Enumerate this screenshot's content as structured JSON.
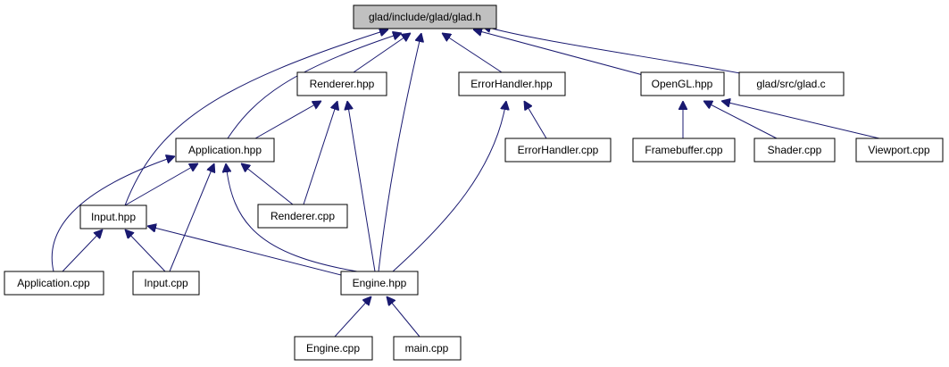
{
  "diagram": {
    "type": "include-dependency-graph",
    "colors": {
      "edge": "#191970",
      "root_fill": "#c0c0c0",
      "node_fill": "#ffffff",
      "border": "#000000"
    },
    "nodes": {
      "glad_h": "glad/include/glad/glad.h",
      "renderer_hpp": "Renderer.hpp",
      "errorhandler_hpp": "ErrorHandler.hpp",
      "opengl_hpp": "OpenGL.hpp",
      "glad_c": "glad/src/glad.c",
      "application_hpp": "Application.hpp",
      "errorhandler_cpp": "ErrorHandler.cpp",
      "framebuffer_cpp": "Framebuffer.cpp",
      "shader_cpp": "Shader.cpp",
      "viewport_cpp": "Viewport.cpp",
      "input_hpp": "Input.hpp",
      "renderer_cpp": "Renderer.cpp",
      "application_cpp": "Application.cpp",
      "input_cpp": "Input.cpp",
      "engine_hpp": "Engine.hpp",
      "engine_cpp": "Engine.cpp",
      "main_cpp": "main.cpp"
    },
    "edges": [
      [
        "renderer_hpp",
        "glad_h"
      ],
      [
        "errorhandler_hpp",
        "glad_h"
      ],
      [
        "opengl_hpp",
        "glad_h"
      ],
      [
        "glad_c",
        "glad_h"
      ],
      [
        "application_hpp",
        "glad_h"
      ],
      [
        "input_hpp",
        "glad_h"
      ],
      [
        "engine_hpp",
        "glad_h"
      ],
      [
        "application_hpp",
        "renderer_hpp"
      ],
      [
        "renderer_cpp",
        "renderer_hpp"
      ],
      [
        "engine_hpp",
        "renderer_hpp"
      ],
      [
        "errorhandler_cpp",
        "errorhandler_hpp"
      ],
      [
        "engine_hpp",
        "errorhandler_hpp"
      ],
      [
        "framebuffer_cpp",
        "opengl_hpp"
      ],
      [
        "shader_cpp",
        "opengl_hpp"
      ],
      [
        "viewport_cpp",
        "opengl_hpp"
      ],
      [
        "input_hpp",
        "application_hpp"
      ],
      [
        "application_cpp",
        "application_hpp"
      ],
      [
        "input_cpp",
        "application_hpp"
      ],
      [
        "renderer_cpp",
        "application_hpp"
      ],
      [
        "engine_hpp",
        "application_hpp"
      ],
      [
        "application_cpp",
        "input_hpp"
      ],
      [
        "input_cpp",
        "input_hpp"
      ],
      [
        "engine_hpp",
        "input_hpp"
      ],
      [
        "engine_cpp",
        "engine_hpp"
      ],
      [
        "main_cpp",
        "engine_hpp"
      ]
    ]
  }
}
